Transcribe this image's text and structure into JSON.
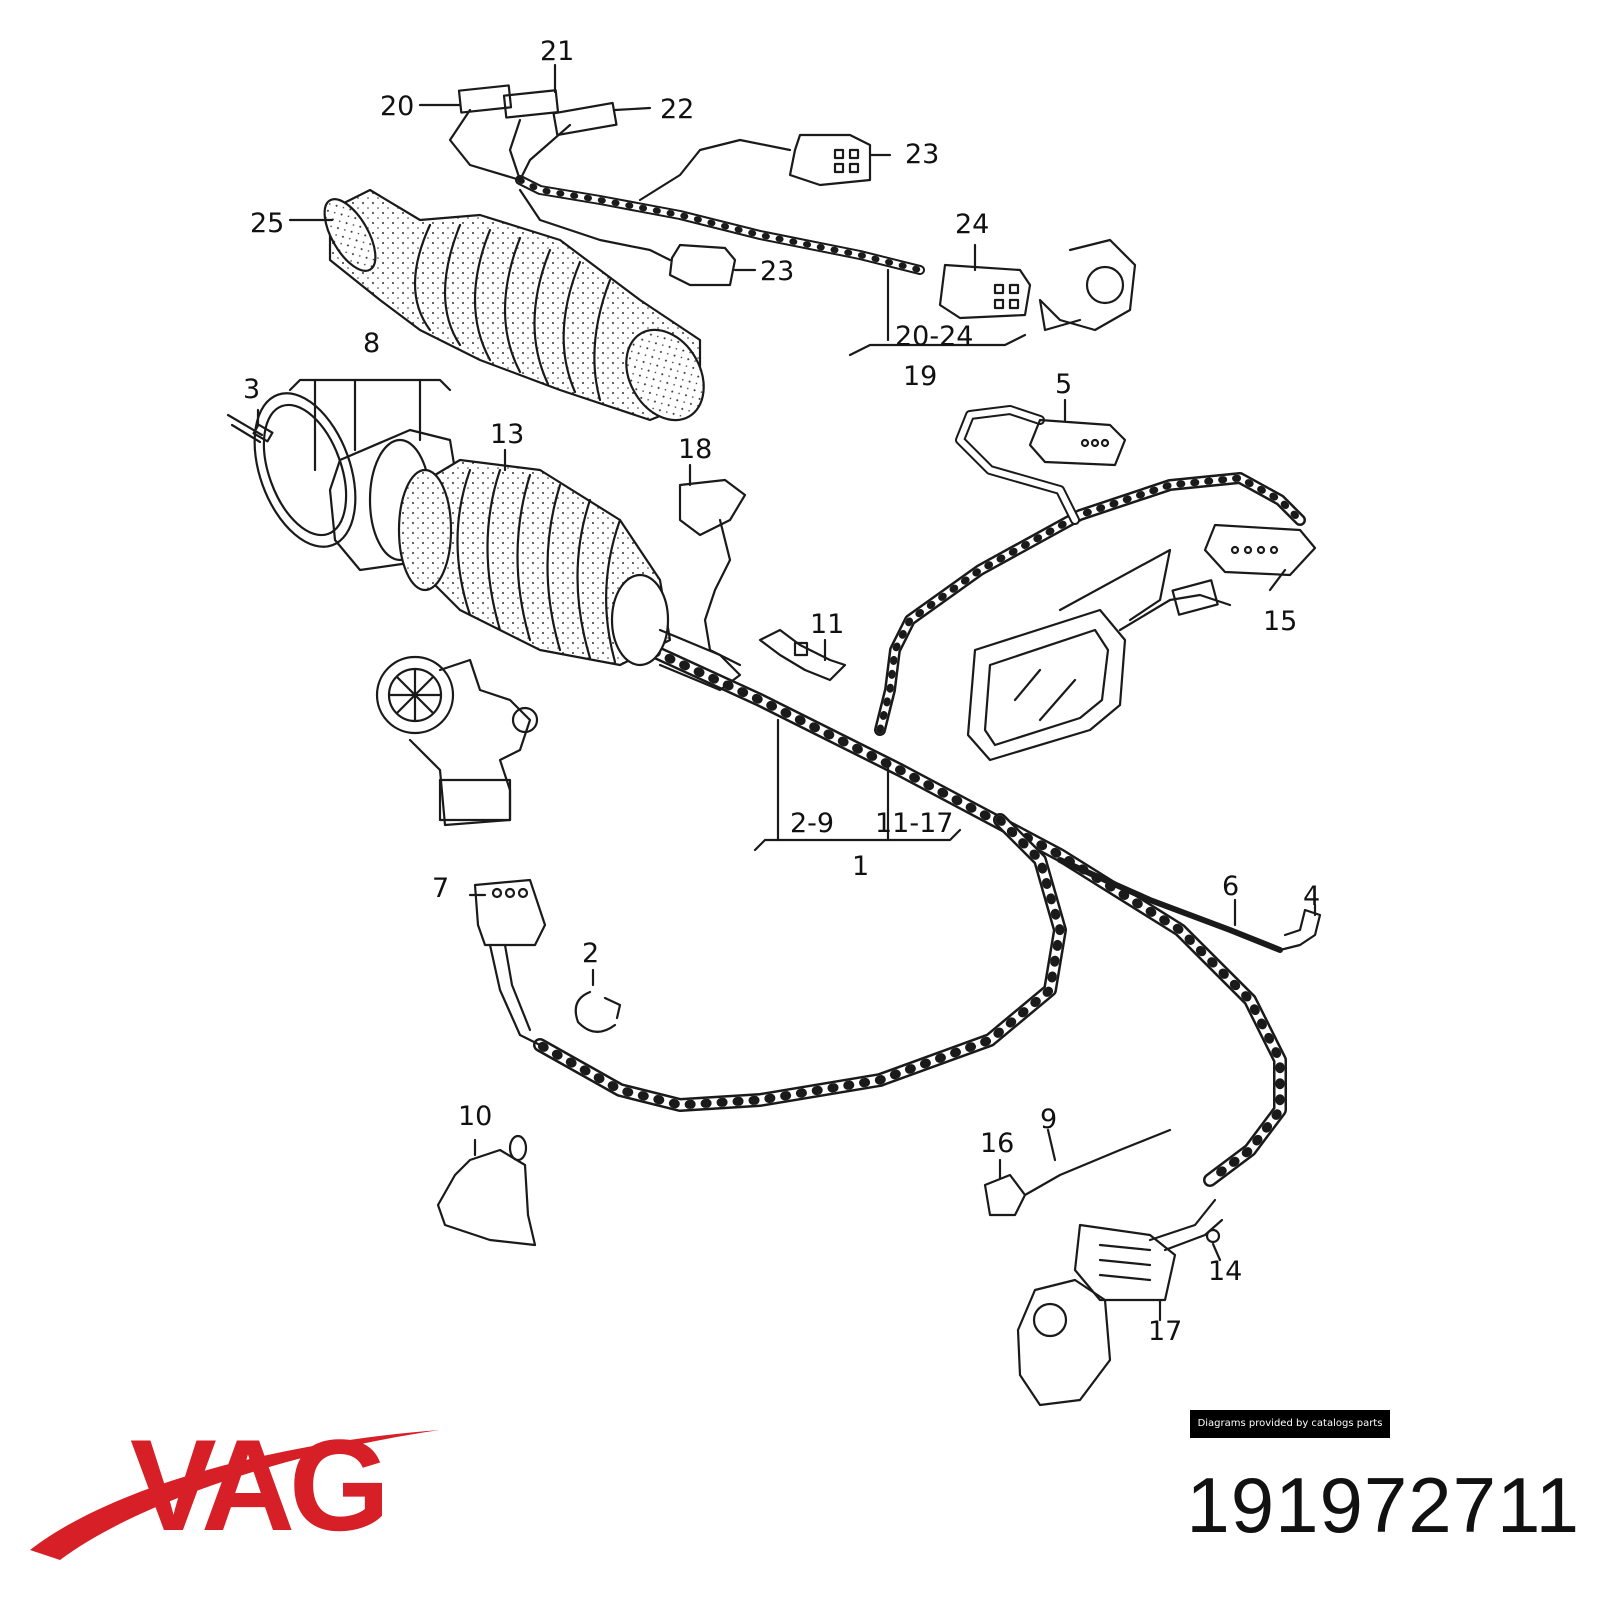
{
  "callouts": {
    "c1": "1",
    "c2": "2",
    "c3": "3",
    "c4": "4",
    "c5": "5",
    "c6": "6",
    "c7": "7",
    "c8": "8",
    "c9": "9",
    "c10": "10",
    "c11": "11",
    "c13": "13",
    "c14": "14",
    "c15": "15",
    "c16": "16",
    "c17": "17",
    "c18": "18",
    "c19": "19",
    "c20": "20",
    "c21": "21",
    "c22": "22",
    "c23a": "23",
    "c23b": "23",
    "c24": "24",
    "c25": "25",
    "r2024": "20-24",
    "r29": "2-9",
    "r1117": "11-17"
  },
  "credit_text": "Diagrams provided by catalogs parts",
  "brand": {
    "logo_text": "VAG",
    "logo_color": "#d61f26"
  },
  "part_number": "191972711",
  "colors": {
    "ink": "#1a1a1a",
    "brand_red": "#d61f26"
  }
}
